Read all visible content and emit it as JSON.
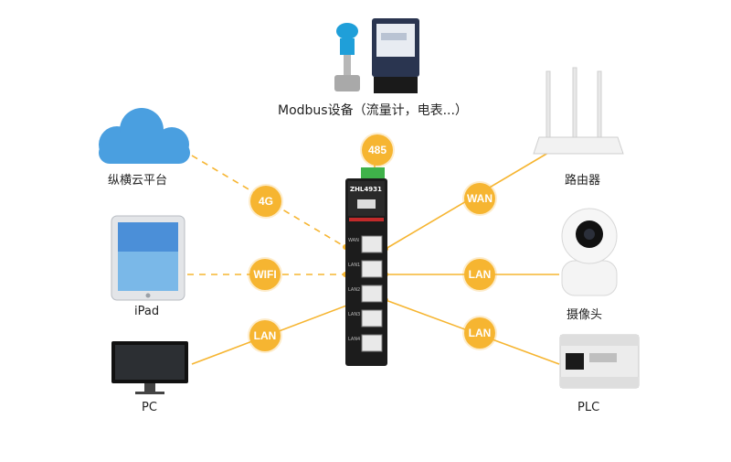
{
  "device": {
    "model": "ZHL4931",
    "port_labels": [
      "WAN",
      "LAN1",
      "LAN2",
      "LAN3",
      "LAN4"
    ]
  },
  "nodes": {
    "modbus": "Modbus设备（流量计，电表...）",
    "cloud": "纵横云平台",
    "ipad": "iPad",
    "pc": "PC",
    "router": "路由器",
    "camera": "摄像头",
    "plc": "PLC"
  },
  "links": {
    "modbus": "485",
    "cloud": "4G",
    "ipad": "WIFI",
    "pc": "LAN",
    "router": "WAN",
    "camera": "LAN",
    "plc": "LAN"
  },
  "colors": {
    "accent": "#f6b531",
    "cloud": "#4a9fe0",
    "device": "#1c1c1c",
    "terminal": "#3fb24a"
  }
}
